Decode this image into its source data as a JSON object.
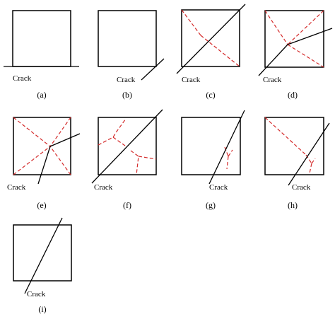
{
  "crack_label": "Crack",
  "colors": {
    "outline": "#000000",
    "crack": "#000000",
    "split_line": "#d42a2a"
  },
  "panels": [
    {
      "caption": "(a)"
    },
    {
      "caption": "(b)"
    },
    {
      "caption": "(c)"
    },
    {
      "caption": "(d)"
    },
    {
      "caption": "(e)"
    },
    {
      "caption": "(f)"
    },
    {
      "caption": "(g)"
    },
    {
      "caption": "(h)"
    },
    {
      "caption": "(i)"
    }
  ]
}
